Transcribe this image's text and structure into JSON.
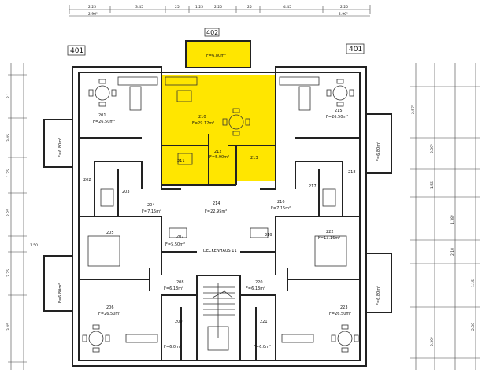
{
  "colors": {
    "highlight": "#ffe600",
    "wall": "#222222",
    "paper": "#ffffff"
  },
  "unit_tags": {
    "left": "401",
    "right": "401",
    "top": "402"
  },
  "rooms": [
    {
      "id": "r201",
      "label": "201",
      "area": "F=26.50m²"
    },
    {
      "id": "r202",
      "label": "202"
    },
    {
      "id": "r203",
      "label": "203"
    },
    {
      "id": "r204",
      "label": "204",
      "area": "F=7.15m²"
    },
    {
      "id": "r205",
      "label": "205"
    },
    {
      "id": "r206",
      "label": "206",
      "area": "F=26.50m²"
    },
    {
      "id": "r207",
      "label": "207",
      "area": "F=5.50m²"
    },
    {
      "id": "r208",
      "label": "208",
      "area": "F=6.13m²"
    },
    {
      "id": "r209",
      "label": "209",
      "area": "F=6.0m²"
    },
    {
      "id": "r210",
      "label": "210",
      "area": "F=29.12m²",
      "highlighted": true
    },
    {
      "id": "r211",
      "label": "211",
      "highlighted": true
    },
    {
      "id": "r212",
      "label": "212",
      "area": "F=5.90m²",
      "highlighted": true
    },
    {
      "id": "r213",
      "label": "213",
      "highlighted": true
    },
    {
      "id": "r214",
      "label": "214",
      "area": "F=22.95m²"
    },
    {
      "id": "r215",
      "label": "215",
      "area": "F=26.50m²"
    },
    {
      "id": "r216",
      "label": "216",
      "area": "F=7.15m²"
    },
    {
      "id": "r217",
      "label": "217"
    },
    {
      "id": "r218",
      "label": "218"
    },
    {
      "id": "r219",
      "label": "219"
    },
    {
      "id": "r220",
      "label": "220",
      "area": "F=6.13m²"
    },
    {
      "id": "r221",
      "label": "221",
      "area": "F=6.0m²"
    },
    {
      "id": "r222",
      "label": "222",
      "area": "F=13.16m²"
    },
    {
      "id": "r223",
      "label": "223",
      "area": "F=26.50m²"
    }
  ],
  "balconies": [
    {
      "id": "b-top",
      "area": "F=6.80m²",
      "highlighted": true
    },
    {
      "id": "b-left-upper",
      "area": "F=6.80m²"
    },
    {
      "id": "b-left-lower",
      "area": "F=6.80m²"
    },
    {
      "id": "b-right-upper",
      "area": "F=6.80m²"
    },
    {
      "id": "b-right-lower",
      "area": "F=6.80m²"
    }
  ],
  "top_dimensions": [
    "2.25",
    "3.45",
    "25",
    "1.25",
    "2.25",
    "25",
    "4.45",
    "2.25"
  ],
  "top_subdimensions": [
    "2.96⁵",
    "2.96⁵"
  ],
  "left_dimensions": [
    "2.1",
    "3.45",
    "1.25",
    "2.25",
    "1.50",
    "2.25",
    "3.45"
  ],
  "right_dimensions": [
    "2.57⁵",
    "2.39⁵",
    "1.55",
    "1.38⁵",
    "2.10",
    "1.15",
    "2.30",
    "2.39⁵"
  ],
  "notes": {
    "floor_note": "DECKENHAUS 11"
  }
}
